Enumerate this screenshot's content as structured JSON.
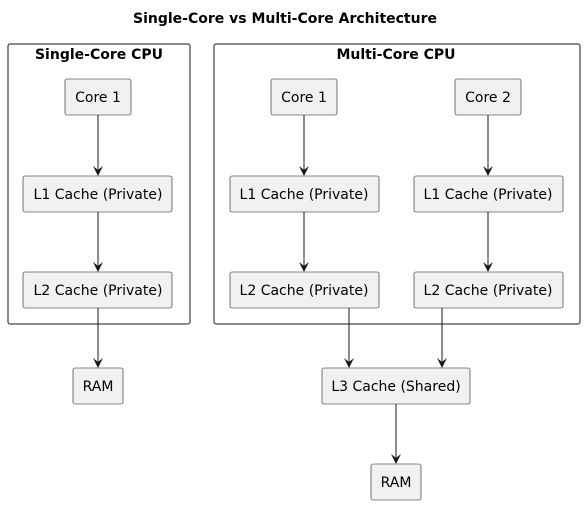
{
  "diagram": {
    "title": "Single-Core vs Multi-Core Architecture",
    "groups": {
      "single": {
        "label": "Single-Core CPU"
      },
      "multi": {
        "label": "Multi-Core CPU"
      }
    },
    "nodes": {
      "sc_core1": "Core 1",
      "sc_l1": "L1 Cache (Private)",
      "sc_l2": "L2 Cache (Private)",
      "sc_ram": "RAM",
      "mc_core1": "Core 1",
      "mc_core2": "Core 2",
      "mc_l1_a": "L1 Cache (Private)",
      "mc_l1_b": "L1 Cache (Private)",
      "mc_l2_a": "L2 Cache (Private)",
      "mc_l2_b": "L2 Cache (Private)",
      "mc_l3": "L3 Cache (Shared)",
      "mc_ram": "RAM"
    },
    "edges": [
      [
        "sc_core1",
        "sc_l1"
      ],
      [
        "sc_l1",
        "sc_l2"
      ],
      [
        "sc_l2",
        "sc_ram"
      ],
      [
        "mc_core1",
        "mc_l1_a"
      ],
      [
        "mc_l1_a",
        "mc_l2_a"
      ],
      [
        "mc_core2",
        "mc_l1_b"
      ],
      [
        "mc_l1_b",
        "mc_l2_b"
      ],
      [
        "mc_l2_a",
        "mc_l3"
      ],
      [
        "mc_l2_b",
        "mc_l3"
      ],
      [
        "mc_l3",
        "mc_ram"
      ]
    ],
    "colors": {
      "node_fill": "#f1f1f1",
      "stroke": "#181818",
      "background": "#ffffff"
    }
  }
}
